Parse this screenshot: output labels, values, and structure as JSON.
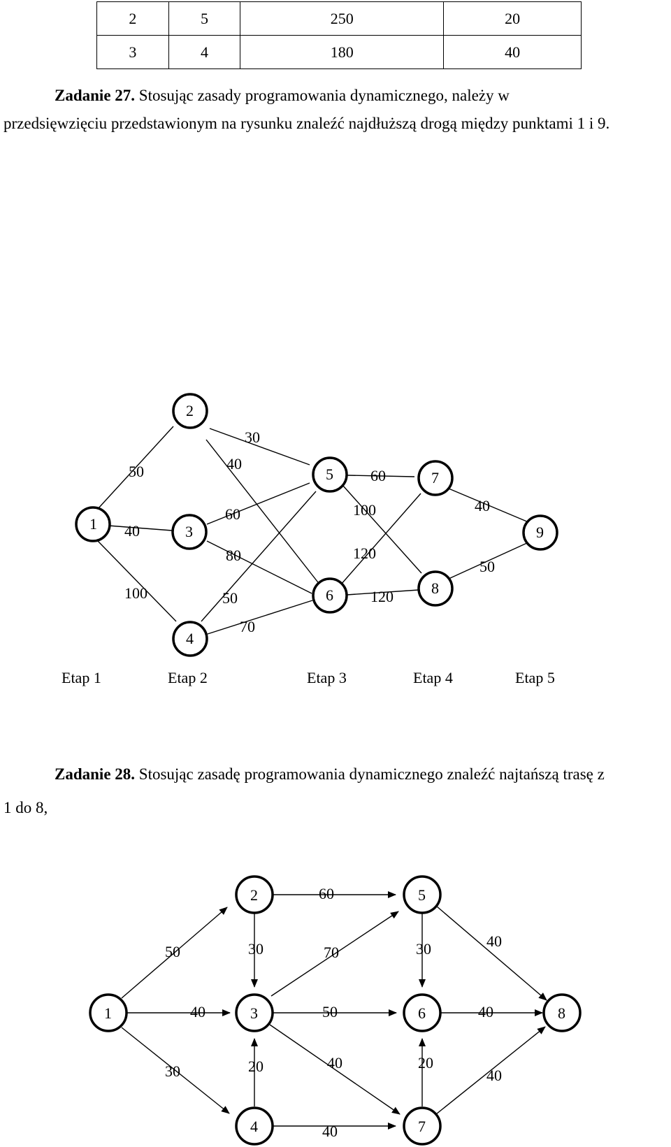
{
  "table": {
    "rows": [
      [
        "2",
        "5",
        "250",
        "20"
      ],
      [
        "3",
        "4",
        "180",
        "40"
      ]
    ]
  },
  "task27": {
    "title": "Zadanie 27.",
    "line1": "Stosując zasady programowania dynamicznego, należy w",
    "line2": "przedsięwzięciu przedstawionym na rysunku znaleźć najdłuższą drogą między punktami 1 i 9.",
    "nodes": [
      "1",
      "2",
      "3",
      "4",
      "5",
      "6",
      "7",
      "8",
      "9"
    ],
    "edge_labels": [
      "50",
      "40",
      "100",
      "30",
      "40",
      "60",
      "80",
      "50",
      "70",
      "60",
      "100",
      "120",
      "120",
      "40",
      "50"
    ],
    "stages": [
      "Etap 1",
      "Etap 2",
      "Etap 3",
      "Etap 4",
      "Etap 5"
    ]
  },
  "task28": {
    "title": "Zadanie 28.",
    "line1": "Stosując zasadę programowania dynamicznego znaleźć  najtańszą trasę z",
    "line2": "1 do 8,",
    "nodes": [
      "1",
      "2",
      "3",
      "4",
      "5",
      "6",
      "7",
      "8"
    ],
    "edge_labels": [
      "50",
      "40",
      "30",
      "60",
      "30",
      "70",
      "20",
      "50",
      "40",
      "40",
      "30",
      "40",
      "20",
      "40",
      "40"
    ]
  }
}
